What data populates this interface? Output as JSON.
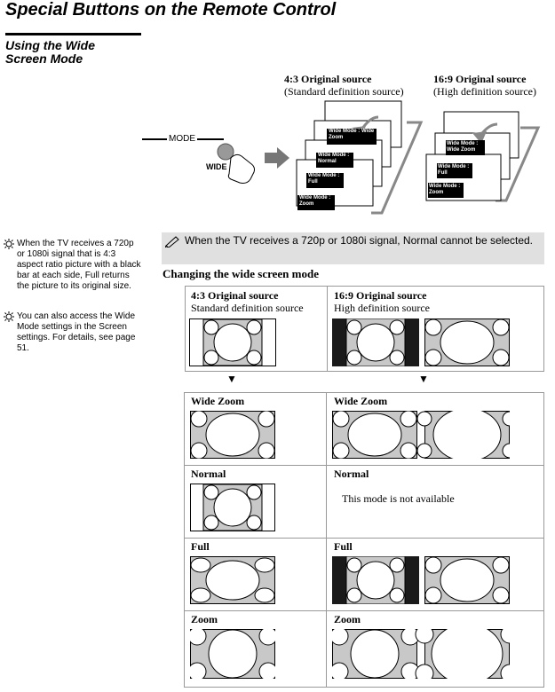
{
  "page": {
    "title": "Special Buttons on the Remote Control",
    "section": "Using the Wide Screen Mode"
  },
  "diagram": {
    "mode_label": "MODE",
    "wide_label": "WIDE",
    "source_43_title": "4:3 Original source",
    "source_43_sub": "(Standard definition source)",
    "source_169_title": "16:9 Original source",
    "source_169_sub": "(High definition source)",
    "cards_43": [
      "Wide Mode : Wide Zoom",
      "Wide Mode : Normal",
      "Wide Mode : Full",
      "Wide Mode : Zoom"
    ],
    "cards_169": [
      "Wide Mode : Wide Zoom",
      "Wide Mode : Full",
      "Wide Mode : Zoom"
    ]
  },
  "tips": [
    "When the TV receives a 720p or 1080i signal that is 4:3 aspect ratio picture with a black bar at each side, Full returns the picture to its original size.",
    "You can also access the Wide Mode settings in the Screen settings. For details, see page 51."
  ],
  "note": "When the TV receives a 720p or 1080i signal, Normal cannot be selected.",
  "table": {
    "heading": "Changing the wide screen mode",
    "col1_title": "4:3 Original source",
    "col1_sub": "Standard definition source",
    "col2_title": "16:9 Original source",
    "col2_sub": "High definition source",
    "rows": [
      {
        "left": "Wide Zoom",
        "right": "Wide Zoom"
      },
      {
        "left": "Normal",
        "right": "Normal",
        "right_note": "This mode is not available"
      },
      {
        "left": "Full",
        "right": "Full"
      },
      {
        "left": "Zoom",
        "right": "Zoom"
      }
    ]
  },
  "colors": {
    "note_bg": "#e0e0e0",
    "picture_gray": "#c8c8c8",
    "black_bar": "#1a1a1a",
    "border": "#999999"
  }
}
